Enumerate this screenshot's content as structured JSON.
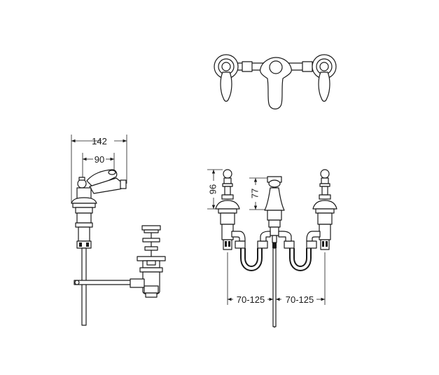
{
  "dimensions": {
    "overall_width": "142",
    "spout_reach": "90",
    "handle_height": "96",
    "spout_height": "77",
    "centres_left": "70-125",
    "centres_right": "70-125"
  }
}
